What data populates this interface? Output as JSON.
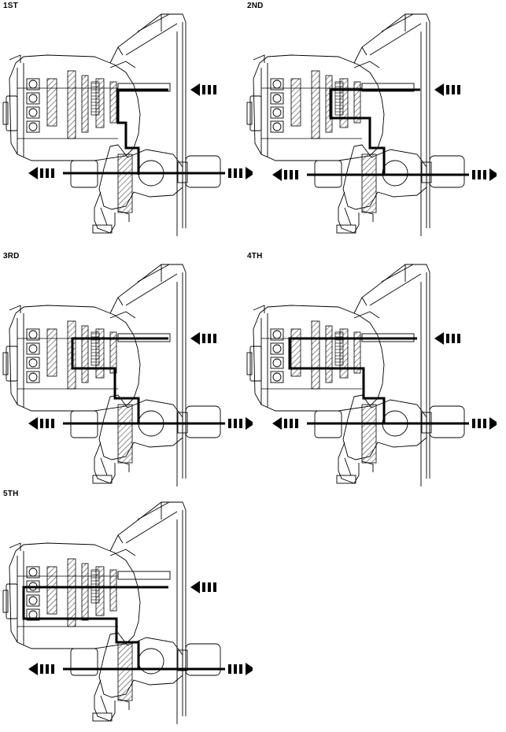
{
  "panels": [
    {
      "label": "1ST"
    },
    {
      "label": "2ND"
    },
    {
      "label": "3RD"
    },
    {
      "label": "4TH"
    },
    {
      "label": "5TH"
    }
  ],
  "colors": {
    "line": "#000000",
    "hatch": "#444444",
    "background": "#ffffff"
  },
  "icons": [
    "transmission-cutaway-icon",
    "power-flow-path",
    "input-arrow-icon",
    "output-arrow-left-icon",
    "output-arrow-right-icon"
  ]
}
